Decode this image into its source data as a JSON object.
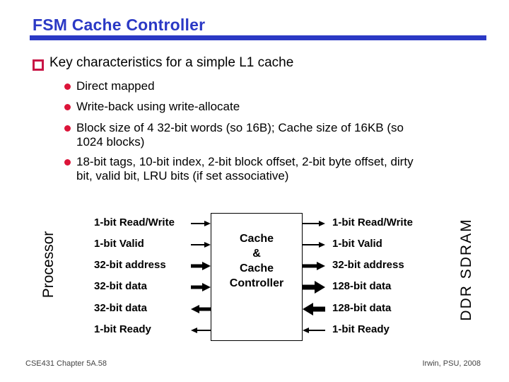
{
  "slide": {
    "title": "FSM Cache Controller",
    "heading": "Key characteristics for a simple L1 cache",
    "bullets": [
      {
        "lines": [
          "Direct mapped"
        ]
      },
      {
        "lines": [
          "Write-back using write-allocate"
        ]
      },
      {
        "lines": [
          "Block size of 4 32-bit words (so 16B); Cache size of 16KB (so",
          "1024 blocks)"
        ]
      },
      {
        "lines": [
          "18-bit tags, 10-bit index, 2-bit block offset, 2-bit byte offset, dirty",
          "bit, valid bit, LRU bits (if set associative)"
        ]
      }
    ],
    "footer_left": "CSE431  Chapter 5A.58",
    "footer_right": "Irwin, PSU, 2008"
  },
  "diagram": {
    "left_entity": "Processor",
    "right_entity": "DDR SDRAM",
    "box_lines": [
      "Cache",
      "&",
      "Cache",
      "Controller"
    ],
    "processor_signals": [
      {
        "label": "1-bit Read/Write",
        "direction": "to-cache",
        "width": "1-bit"
      },
      {
        "label": "1-bit Valid",
        "direction": "to-cache",
        "width": "1-bit"
      },
      {
        "label": "32-bit address",
        "direction": "to-cache",
        "width": "32-bit"
      },
      {
        "label": "32-bit data",
        "direction": "to-cache",
        "width": "32-bit"
      },
      {
        "label": "32-bit data",
        "direction": "to-processor",
        "width": "32-bit"
      },
      {
        "label": "1-bit Ready",
        "direction": "to-processor",
        "width": "1-bit"
      }
    ],
    "memory_signals": [
      {
        "label": "1-bit Read/Write",
        "direction": "to-memory",
        "width": "1-bit"
      },
      {
        "label": "1-bit Valid",
        "direction": "to-memory",
        "width": "1-bit"
      },
      {
        "label": "32-bit address",
        "direction": "to-memory",
        "width": "32-bit"
      },
      {
        "label": "128-bit data",
        "direction": "to-memory",
        "width": "128-bit"
      },
      {
        "label": "128-bit data",
        "direction": "to-cache",
        "width": "128-bit"
      },
      {
        "label": "1-bit Ready",
        "direction": "to-cache",
        "width": "1-bit"
      }
    ]
  },
  "colors": {
    "title_blue": "#2B39C5",
    "bullet_square_red": "#C81545",
    "bullet_dot_red": "#DC1439",
    "diagram_black": "#000000"
  }
}
